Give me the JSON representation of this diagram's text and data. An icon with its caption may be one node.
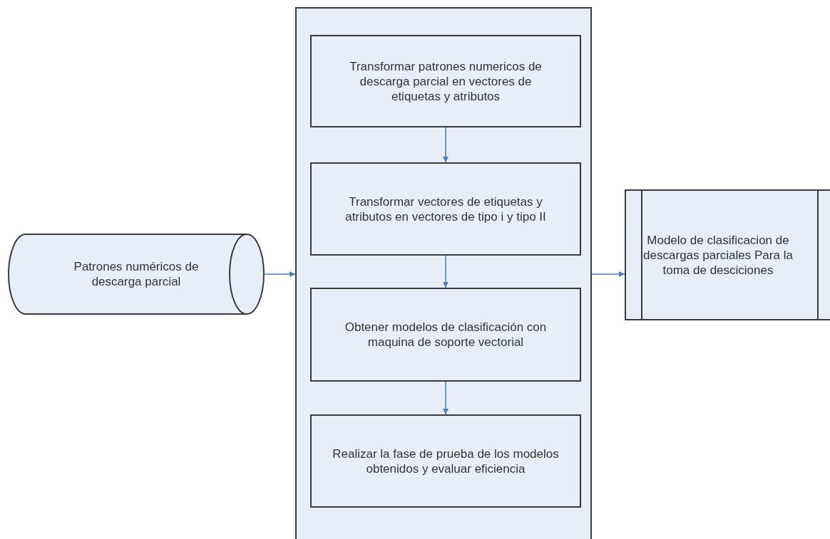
{
  "diagram": {
    "nodes": [
      {
        "text": [
          "Patrones numéricos de descarga parcial"
        ]
      },
      {
        "text": [],
        "shape": "box"
      },
      {
        "text": [
          "Transformar patrones numericos de descarga parcial en vectores de etiquetas y atributos"
        ],
        "in": 1
      },
      {
        "text": [
          "Transformar vectores de etiquetas y atributos en vectores de tipo i y tipo II"
        ],
        "in": 1
      },
      {
        "text": [
          "Obtener modelos de clasificación con maquina de soporte vectorial"
        ],
        "in": 1
      },
      {
        "text": [
          "Realizar la fase de prueba de los modelos obtenidos y evaluar eficiencia"
        ],
        "in": 1
      },
      {
        "text": [
          "Modelo de clasificacion de descargas parciales Para la toma de desciciones"
        ]
      }
    ],
    "edges": [
      {
        "from": 0,
        "to": 1,
        "arrow": "to"
      },
      {
        "from": 2,
        "to": 3,
        "arrow": "to"
      },
      {
        "from": 3,
        "to": 4,
        "arrow": "to"
      },
      {
        "from": 4,
        "to": 5,
        "arrow": "to"
      },
      {
        "from": 1,
        "to": 6,
        "arrow": "to"
      }
    ]
  }
}
